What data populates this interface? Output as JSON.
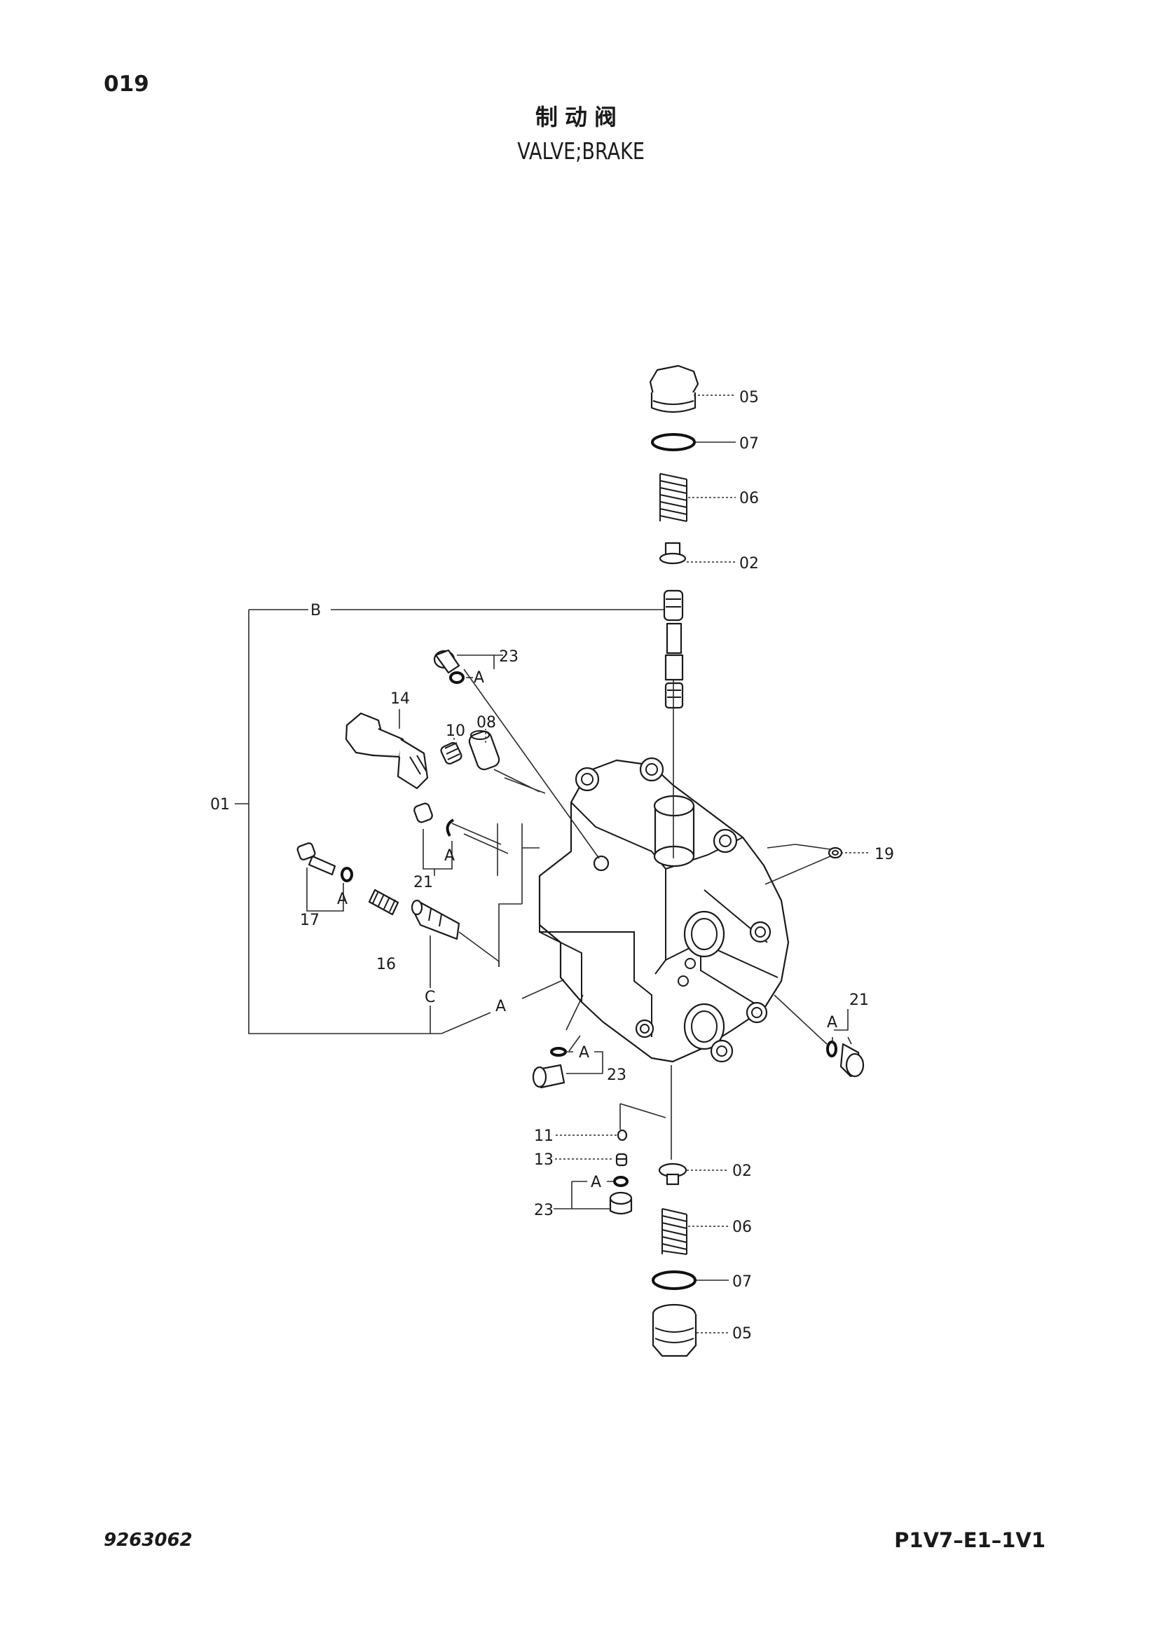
{
  "header": {
    "page_number": "019",
    "title_cn": "制动阀",
    "title_en": "VALVE;BRAKE"
  },
  "footer": {
    "doc_number": "9263062",
    "figure_code": "P1V7–E1–1V1"
  },
  "callouts": {
    "c05_top": "05",
    "c07_top": "07",
    "c06_top": "06",
    "c02_top": "02",
    "c23_top": "23",
    "c14": "14",
    "c10": "10",
    "c08": "08",
    "c01": "01",
    "c21_left": "21",
    "c17": "17",
    "c16": "16",
    "c19": "19",
    "c21_right": "21",
    "c23_mid": "23",
    "c11": "11",
    "c13": "13",
    "c23_bottom": "23",
    "c02_bottom": "02",
    "c06_bottom": "06",
    "c07_bottom": "07",
    "c05_bottom": "05"
  },
  "refs": {
    "B": "B",
    "A_23_top": "A",
    "A_21_left": "A",
    "A_17": "A",
    "A_main": "A",
    "C": "C",
    "A_21_right": "A",
    "A_23_mid": "A",
    "A_23_bottom": "A"
  }
}
